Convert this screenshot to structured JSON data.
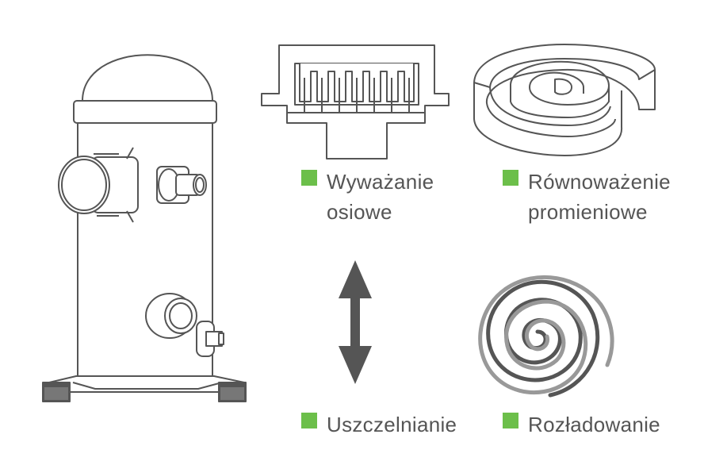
{
  "colors": {
    "accent": "#6cbf4a",
    "line": "#555555",
    "dark": "#555555"
  },
  "labels": {
    "axial": {
      "line1": "Wyważanie",
      "line2": "osiowe"
    },
    "radial": {
      "line1": "Równoważenie",
      "line2": "promieniowe"
    },
    "sealing": "Uszczelnianie",
    "unloading": "Rozładowanie"
  },
  "icons": [
    "compressor-icon",
    "axial-scroll-icon",
    "radial-scroll-icon",
    "double-arrow-icon",
    "spiral-icon"
  ]
}
